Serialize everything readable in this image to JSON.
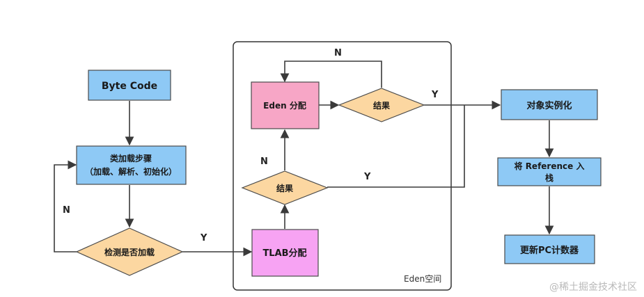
{
  "nodes": {
    "bytecode": "Byte Code",
    "load_steps_line1": "类加载步骤",
    "load_steps_line2": "（加载、解析、初始化）",
    "check_loaded": "检测是否加载",
    "tlab_alloc": "TLAB分配",
    "result_lower": "结果",
    "eden_alloc": "Eden 分配",
    "result_upper": "结果",
    "instantiate": "对象实例化",
    "push_ref_line1": "将 Reference 入",
    "push_ref_line2": "栈",
    "update_pc": "更新PC计数器"
  },
  "edges": {
    "check_no": "N",
    "check_yes": "Y",
    "lower_no": "N",
    "lower_yes": "Y",
    "upper_no": "N",
    "upper_yes": "Y"
  },
  "container": {
    "label": "Eden空间"
  },
  "watermark": "@稀土掘金技术社区",
  "colors": {
    "blue_box": "#8ec9f5",
    "orange_diamond": "#fcd7a1",
    "pink_box": "#f7a6c6",
    "magenta_box": "#f7a3f3",
    "line": "#3a3a3a"
  }
}
